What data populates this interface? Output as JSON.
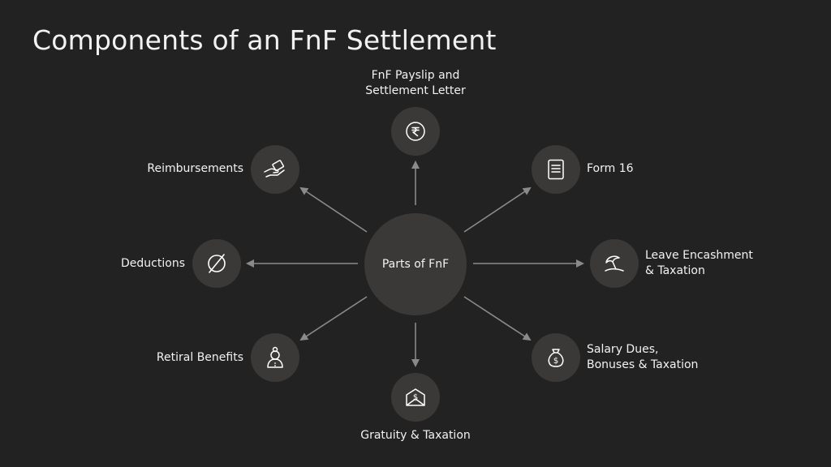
{
  "title": "Components of an FnF Settlement",
  "center": {
    "label": "Parts of FnF"
  },
  "components": {
    "payslip": {
      "lines": [
        "FnF Payslip and",
        "Settlement Letter"
      ],
      "icon": "rupee-icon"
    },
    "form16": {
      "lines": [
        "Form 16"
      ],
      "icon": "document-icon"
    },
    "leave": {
      "lines": [
        "Leave Encashment",
        "& Taxation"
      ],
      "icon": "beach-umbrella-icon"
    },
    "salary": {
      "lines": [
        "Salary Dues,",
        "Bonuses & Taxation"
      ],
      "icon": "money-bag-icon"
    },
    "gratuity": {
      "lines": [
        "Gratuity & Taxation"
      ],
      "icon": "money-envelope-icon"
    },
    "retiral": {
      "lines": [
        "Retiral Benefits"
      ],
      "icon": "elderly-person-icon"
    },
    "deductions": {
      "lines": [
        "Deductions"
      ],
      "icon": "empty-set-icon"
    },
    "reimbursements": {
      "lines": [
        "Reimbursements"
      ],
      "icon": "hand-money-icon"
    }
  },
  "colors": {
    "background": "#232222",
    "node_fill": "#3a3937",
    "arrow": "#8a8a8a",
    "text": "#f2f2f2"
  }
}
